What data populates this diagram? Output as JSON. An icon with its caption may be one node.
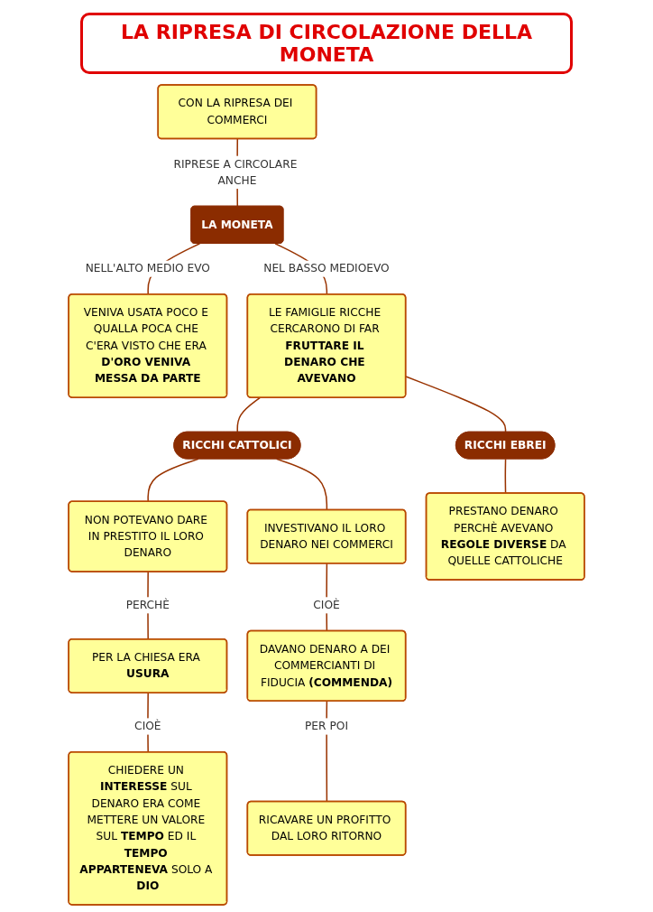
{
  "diagram": {
    "title": "LA RIPRESA DI CIRCOLAZIONE DELLA MONETA",
    "nodes": [
      {
        "text": [
          "CON LA RIPRESA DEI COMMERCI"
        ]
      },
      {
        "text": [
          "LA MONETA"
        ]
      },
      {
        "text": [
          "VENIVA USATA POCO E QUALLA POCA CHE C'ERA VISTO CHE ERA **D'ORO VENIVA MESSA DA PARTE**"
        ]
      },
      {
        "text": [
          "LE FAMIGLIE RICCHE CERCARONO DI FAR **FRUTTARE IL DENARO CHE AVEVANO**"
        ]
      },
      {
        "text": [
          "RICCHI CATTOLICI"
        ]
      },
      {
        "text": [
          "RICCHI EBREI"
        ]
      },
      {
        "text": [
          "NON POTEVANO DARE IN PRESTITO IL LORO DENARO"
        ]
      },
      {
        "text": [
          "INVESTIVANO IL LORO DENARO NEI COMMERCI"
        ]
      },
      {
        "text": [
          "PRESTANO DENARO PERCHÈ AVEVANO **REGOLE DIVERSE** DA QUELLE CATTOLICHE"
        ]
      },
      {
        "text": [
          "PER LA CHIESA ERA **USURA**"
        ]
      },
      {
        "text": [
          "CHIEDERE UN **INTERESSE** SUL DENARO ERA COME METTERE UN VALORE SUL **TEMPO** ED IL **TEMPO APPARTENEVA** SOLO A **DIO**"
        ]
      },
      {
        "text": [
          "DAVANO DENARO A DEI COMMERCIANTI DI FIDUCIA **(COMMENDA)**"
        ]
      },
      {
        "text": [
          "RICAVARE UN PROFITTO DAL LORO RITORNO"
        ]
      }
    ],
    "edges": [
      {
        "from": 0,
        "to": 1,
        "arrow": "none",
        "label": "RIPRESE A CIRCOLARE ANCHE"
      },
      {
        "from": 1,
        "to": 2,
        "arrow": "none",
        "label": "NELL'ALTO MEDIO EVO"
      },
      {
        "from": 1,
        "to": 3,
        "arrow": "none",
        "label": "NEL BASSO MEDIOEVO"
      },
      {
        "from": 3,
        "to": 4,
        "arrow": "none"
      },
      {
        "from": 3,
        "to": 5,
        "arrow": "none"
      },
      {
        "from": 4,
        "to": 6,
        "arrow": "none"
      },
      {
        "from": 4,
        "to": 7,
        "arrow": "none"
      },
      {
        "from": 5,
        "to": 8,
        "arrow": "none"
      },
      {
        "from": 6,
        "to": 9,
        "arrow": "none",
        "label": "PERCHÈ"
      },
      {
        "from": 9,
        "to": 10,
        "arrow": "none",
        "label": "CIOÈ"
      },
      {
        "from": 7,
        "to": 11,
        "arrow": "none",
        "label": "CIOÈ"
      },
      {
        "from": 11,
        "to": 12,
        "arrow": "none",
        "label": "PER POI"
      }
    ]
  }
}
